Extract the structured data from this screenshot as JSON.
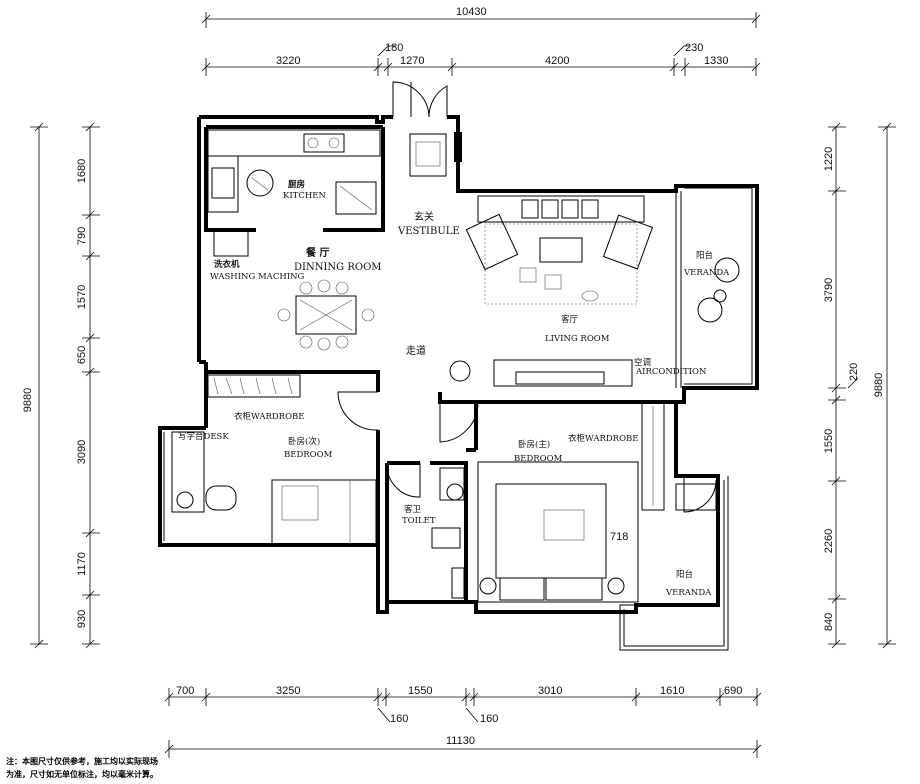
{
  "dimensions": {
    "top_total": "10430",
    "top": [
      "3220",
      "180",
      "1270",
      "4200",
      "230",
      "1330"
    ],
    "bottom_total": "11130",
    "bottom": [
      "700",
      "3250",
      "1550",
      "3010",
      "1610",
      "690"
    ],
    "bottom_small": [
      "160",
      "160"
    ],
    "left_total": "9880",
    "left": [
      "1680",
      "790",
      "1570",
      "650",
      "3090",
      "1170",
      "930"
    ],
    "right_total": "9880",
    "right": [
      "1220",
      "3790",
      "220",
      "1550",
      "2260",
      "840"
    ],
    "misc": "718"
  },
  "rooms": {
    "kitchen_cn": "厨房",
    "kitchen_en": "KITCHEN",
    "vestibule_cn": "玄关",
    "vestibule_en": "VESTIBULE",
    "dining_cn": "餐  厅",
    "dining_en": "DINNING ROOM",
    "washing_cn": "洗衣机",
    "washing_en": "WASHING MACHING",
    "living_cn": "客厅",
    "living_en": "LIVING ROOM",
    "veranda_cn": "阳台",
    "veranda_en": "VERANDA",
    "corridor_cn": "走道",
    "aircon_cn": "空调",
    "aircon_en": "AIRCONDITION",
    "wardrobe_left": "衣柜WARDROBE",
    "bedroom2_cn": "卧房(次)",
    "bedroom2_en": "BEDROOM",
    "desk": "写字台DESK",
    "toilet_cn": "客卫",
    "toilet_en": "TOILET",
    "bedroom1_cn": "卧房(主)",
    "bedroom1_en": "BEDROOM",
    "wardrobe_right": "衣柜WARDROBE",
    "veranda2_cn": "阳台",
    "veranda2_en": "VERANDA"
  },
  "notes": {
    "line1": "注：本图尺寸仅供参考，施工均以实际现场",
    "line2": "为准，尺寸如无单位标注，均以毫米计算。"
  }
}
